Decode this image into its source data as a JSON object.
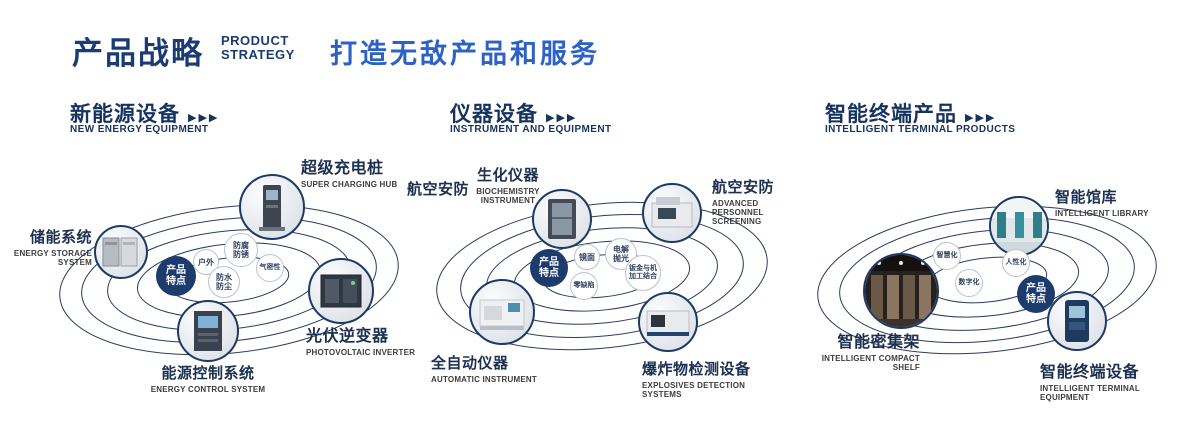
{
  "header": {
    "title": "产品战略",
    "subtitle_line1": "PRODUCT",
    "subtitle_line2": "STRATEGY",
    "slogan": "打造无敌产品和服务"
  },
  "accent_colors": {
    "navy": "#1d3c6d",
    "blue": "#2c61c5"
  },
  "sections": [
    {
      "title": "新能源设备",
      "arrows": "▶▶▶",
      "subtitle": "NEW ENERGY EQUIPMENT",
      "badge": "产品特点",
      "features": [
        "户外",
        "防腐防锈",
        "气密性",
        "防水防尘"
      ],
      "products": [
        {
          "name": "储能系统",
          "en": "ENERGY STORAGE SYSTEM",
          "icon": "energy-storage-cabinet"
        },
        {
          "name": "超级充电桩",
          "en": "SUPER CHARGING HUB",
          "icon": "charging-pile"
        },
        {
          "name": "光伏逆变器",
          "en": "PHOTOVOLTAIC INVERTER",
          "icon": "inverter-cabinet"
        },
        {
          "name": "能源控制系统",
          "en": "ENERGY CONTROL SYSTEM",
          "icon": "control-cabinet"
        }
      ]
    },
    {
      "title": "仪器设备",
      "arrows": "▶▶▶",
      "subtitle": "INSTRUMENT AND EQUIPMENT",
      "badge": "产品特点",
      "extra_label": "航空安防",
      "features": [
        "镜面",
        "电解抛光",
        "零缺陷",
        "钣金与机加工结合"
      ],
      "products": [
        {
          "name": "生化仪器",
          "en": "BIOCHEMISTRY INSTRUMENT",
          "icon": "biochemistry-rack"
        },
        {
          "name": "航空安防",
          "en": "ADVANCED PERSONNEL SCREENING",
          "icon": "screening-machine"
        },
        {
          "name": "全自动仪器",
          "en": "AUTOMATIC INSTRUMENT",
          "icon": "automatic-analyzer"
        },
        {
          "name": "爆炸物检测设备",
          "en": "EXPLOSIVES DETECTION SYSTEMS",
          "icon": "xray-scanner"
        }
      ]
    },
    {
      "title": "智能终端产品",
      "arrows": "▶▶▶",
      "subtitle": "INTELLIGENT TERMINAL PRODUCTS",
      "badge": "产品特点",
      "features": [
        "智慧化",
        "人性化",
        "数字化"
      ],
      "products": [
        {
          "name": "智能馆库",
          "en": "INTELLIGENT LIBRARY",
          "icon": "library-room"
        },
        {
          "name": "智能密集架",
          "en": "INTELLIGENT COMPACT SHELF",
          "icon": "compact-shelving"
        },
        {
          "name": "智能终端设备",
          "en": "INTELLIGENT TERMINAL EQUIPMENT",
          "icon": "terminal-kiosk"
        }
      ]
    }
  ]
}
